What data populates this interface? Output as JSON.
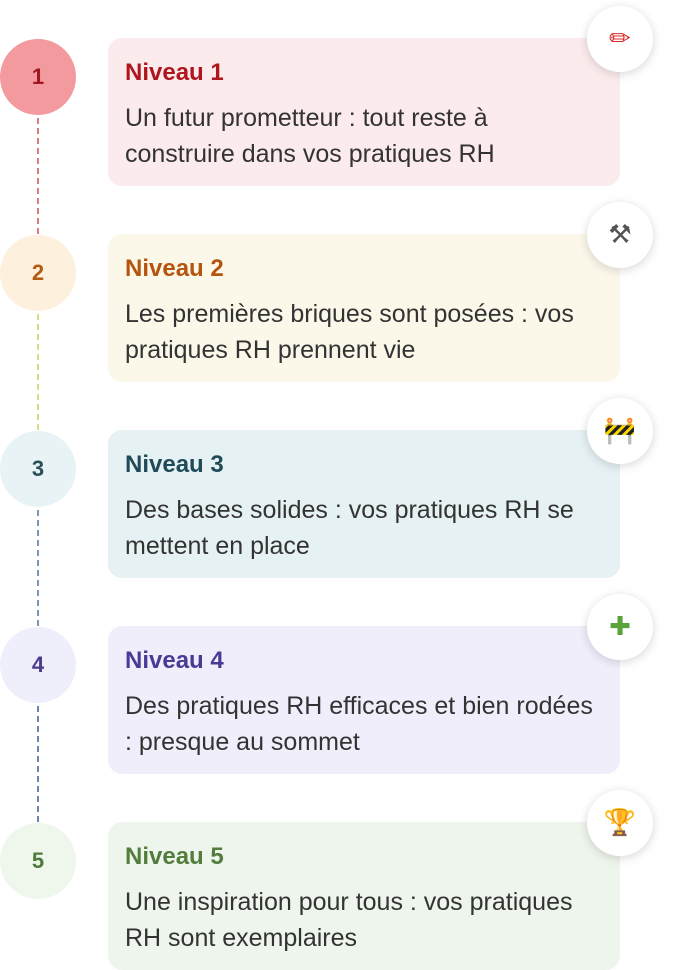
{
  "levels": [
    {
      "number": "1",
      "title": "Niveau 1",
      "description": "Un futur prometteur : tout reste à construire dans vos pratiques RH",
      "icon": "✏",
      "icon_name": "pencil-icon",
      "colors": {
        "circle_bg": "#f29a9d",
        "circle_text": "#a01720",
        "card_bg": "#fcebec",
        "title": "#b0151e",
        "line": "#e07a7a"
      }
    },
    {
      "number": "2",
      "title": "Niveau 2",
      "description": "Les premières briques sont posées : vos pratiques RH prennent vie",
      "icon": "⚒",
      "icon_name": "hammer-and-wrench-icon",
      "colors": {
        "circle_bg": "#fdf0dc",
        "circle_text": "#b55a12",
        "card_bg": "#fbf7e9",
        "title": "#b5540d",
        "line": "#d9d98a"
      }
    },
    {
      "number": "3",
      "title": "Niveau 3",
      "description": "Des bases solides : vos pratiques RH se mettent en place",
      "icon": "🚧",
      "icon_name": "construction-barrier-icon",
      "colors": {
        "circle_bg": "#e8f3f5",
        "circle_text": "#2c4e5a",
        "card_bg": "#e6f1f3",
        "title": "#1f4a57",
        "line": "#7a97b3"
      }
    },
    {
      "number": "4",
      "title": "Niveau 4",
      "description": "Des pratiques RH efficaces et bien rodées : presque au sommet",
      "icon": "✚",
      "icon_name": "puzzle-piece-icon",
      "colors": {
        "circle_bg": "#efeefb",
        "circle_text": "#4b3c8e",
        "card_bg": "#f0eefb",
        "title": "#4a3a95",
        "line": "#6e86a8"
      }
    },
    {
      "number": "5",
      "title": "Niveau 5",
      "description": "Une inspiration pour tous : vos pratiques RH sont exemplaires",
      "icon": "🏆",
      "icon_name": "trophy-icon",
      "colors": {
        "circle_bg": "#eff6ec",
        "circle_text": "#4e7a3a",
        "card_bg": "#eef5ec",
        "title": "#537d3c",
        "line": "#cccccc"
      }
    }
  ]
}
